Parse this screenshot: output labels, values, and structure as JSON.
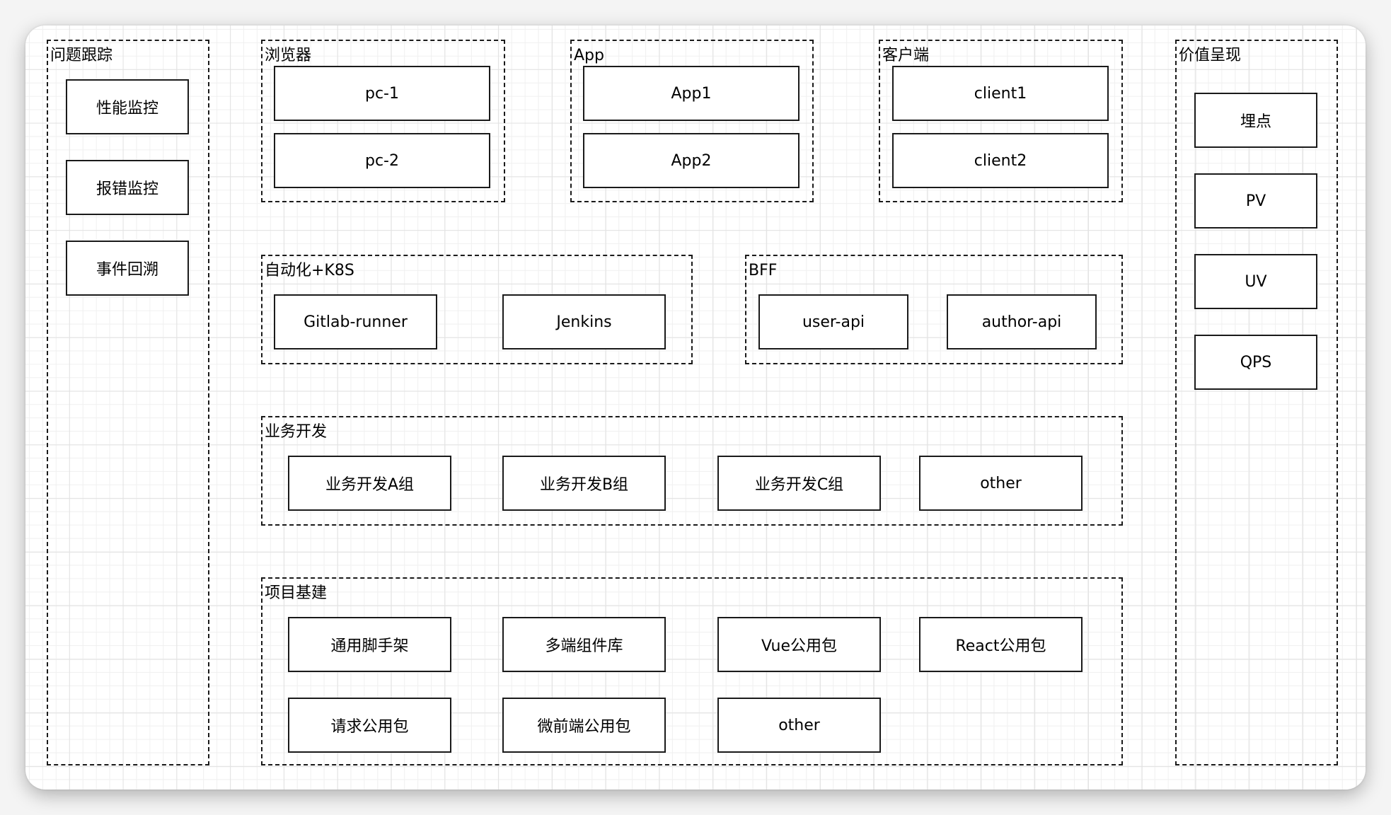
{
  "groups": {
    "issue_tracking": {
      "title": "问题跟踪",
      "items": [
        "性能监控",
        "报错监控",
        "事件回溯"
      ]
    },
    "browser": {
      "title": "浏览器",
      "items": [
        "pc-1",
        "pc-2"
      ]
    },
    "app": {
      "title": "App",
      "items": [
        "App1",
        "App2"
      ]
    },
    "client": {
      "title": "客户端",
      "items": [
        "client1",
        "client2"
      ]
    },
    "value": {
      "title": "价值呈现",
      "items": [
        "埋点",
        "PV",
        "UV",
        "QPS"
      ]
    },
    "automation": {
      "title": "自动化+K8S",
      "items": [
        "Gitlab-runner",
        "Jenkins"
      ]
    },
    "bff": {
      "title": "BFF",
      "items": [
        "user-api",
        "author-api"
      ]
    },
    "business": {
      "title": "业务开发",
      "items": [
        "业务开发A组",
        "业务开发B组",
        "业务开发C组",
        "other"
      ]
    },
    "infrastructure": {
      "title": "项目基建",
      "items": [
        "通用脚手架",
        "多端组件库",
        "Vue公用包",
        "React公用包",
        "请求公用包",
        "微前端公用包",
        "other"
      ]
    }
  }
}
